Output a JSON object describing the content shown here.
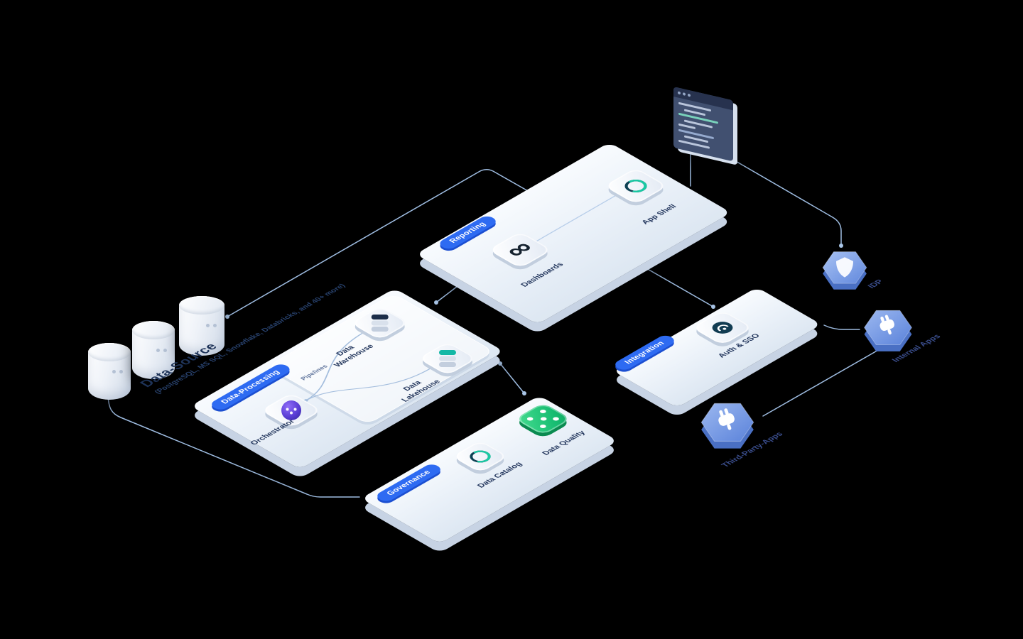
{
  "canvas": {
    "background": "#000000"
  },
  "data_source": {
    "title": "Data-Source",
    "subtitle": "(PostgreSQL, MS SQL, Snowflake, Databricks, and 40+ more)"
  },
  "platforms": {
    "processing": {
      "badge": "Data-Processing",
      "orchestrator_label": "Orchestrator",
      "pipelines_label": "Pipelines",
      "warehouse_label": "Data\nWarehouse",
      "lakehouse_label": "Data\nLakehouse"
    },
    "reporting": {
      "badge": "Reporting",
      "dashboards_label": "Dashboards",
      "app_shell_label": "App Shell"
    },
    "governance": {
      "badge": "Governance",
      "catalog_label": "Data Catalog",
      "quality_label": "Data Quality"
    },
    "integration": {
      "badge": "Integration",
      "auth_label": "Auth & SSO"
    }
  },
  "external": {
    "idp_label": "IDP",
    "internal_apps_label": "Internal Apps",
    "third_party_label": "Third-Party-Apps"
  },
  "icons": {
    "infinity": "∞"
  },
  "colors": {
    "badge_blue": "#2e6bf2",
    "label_navy": "#26395f",
    "connector_blue": "#9fbde2",
    "hexagon_blue": "#6188dd",
    "quality_green": "#17bd72",
    "orchestrator_purple": "#5b3fd6",
    "logo_teal": "#19c9a3",
    "logo_navy": "#123c52",
    "platform_face": "#eef3f9",
    "platform_side": "#c7d3e4"
  }
}
